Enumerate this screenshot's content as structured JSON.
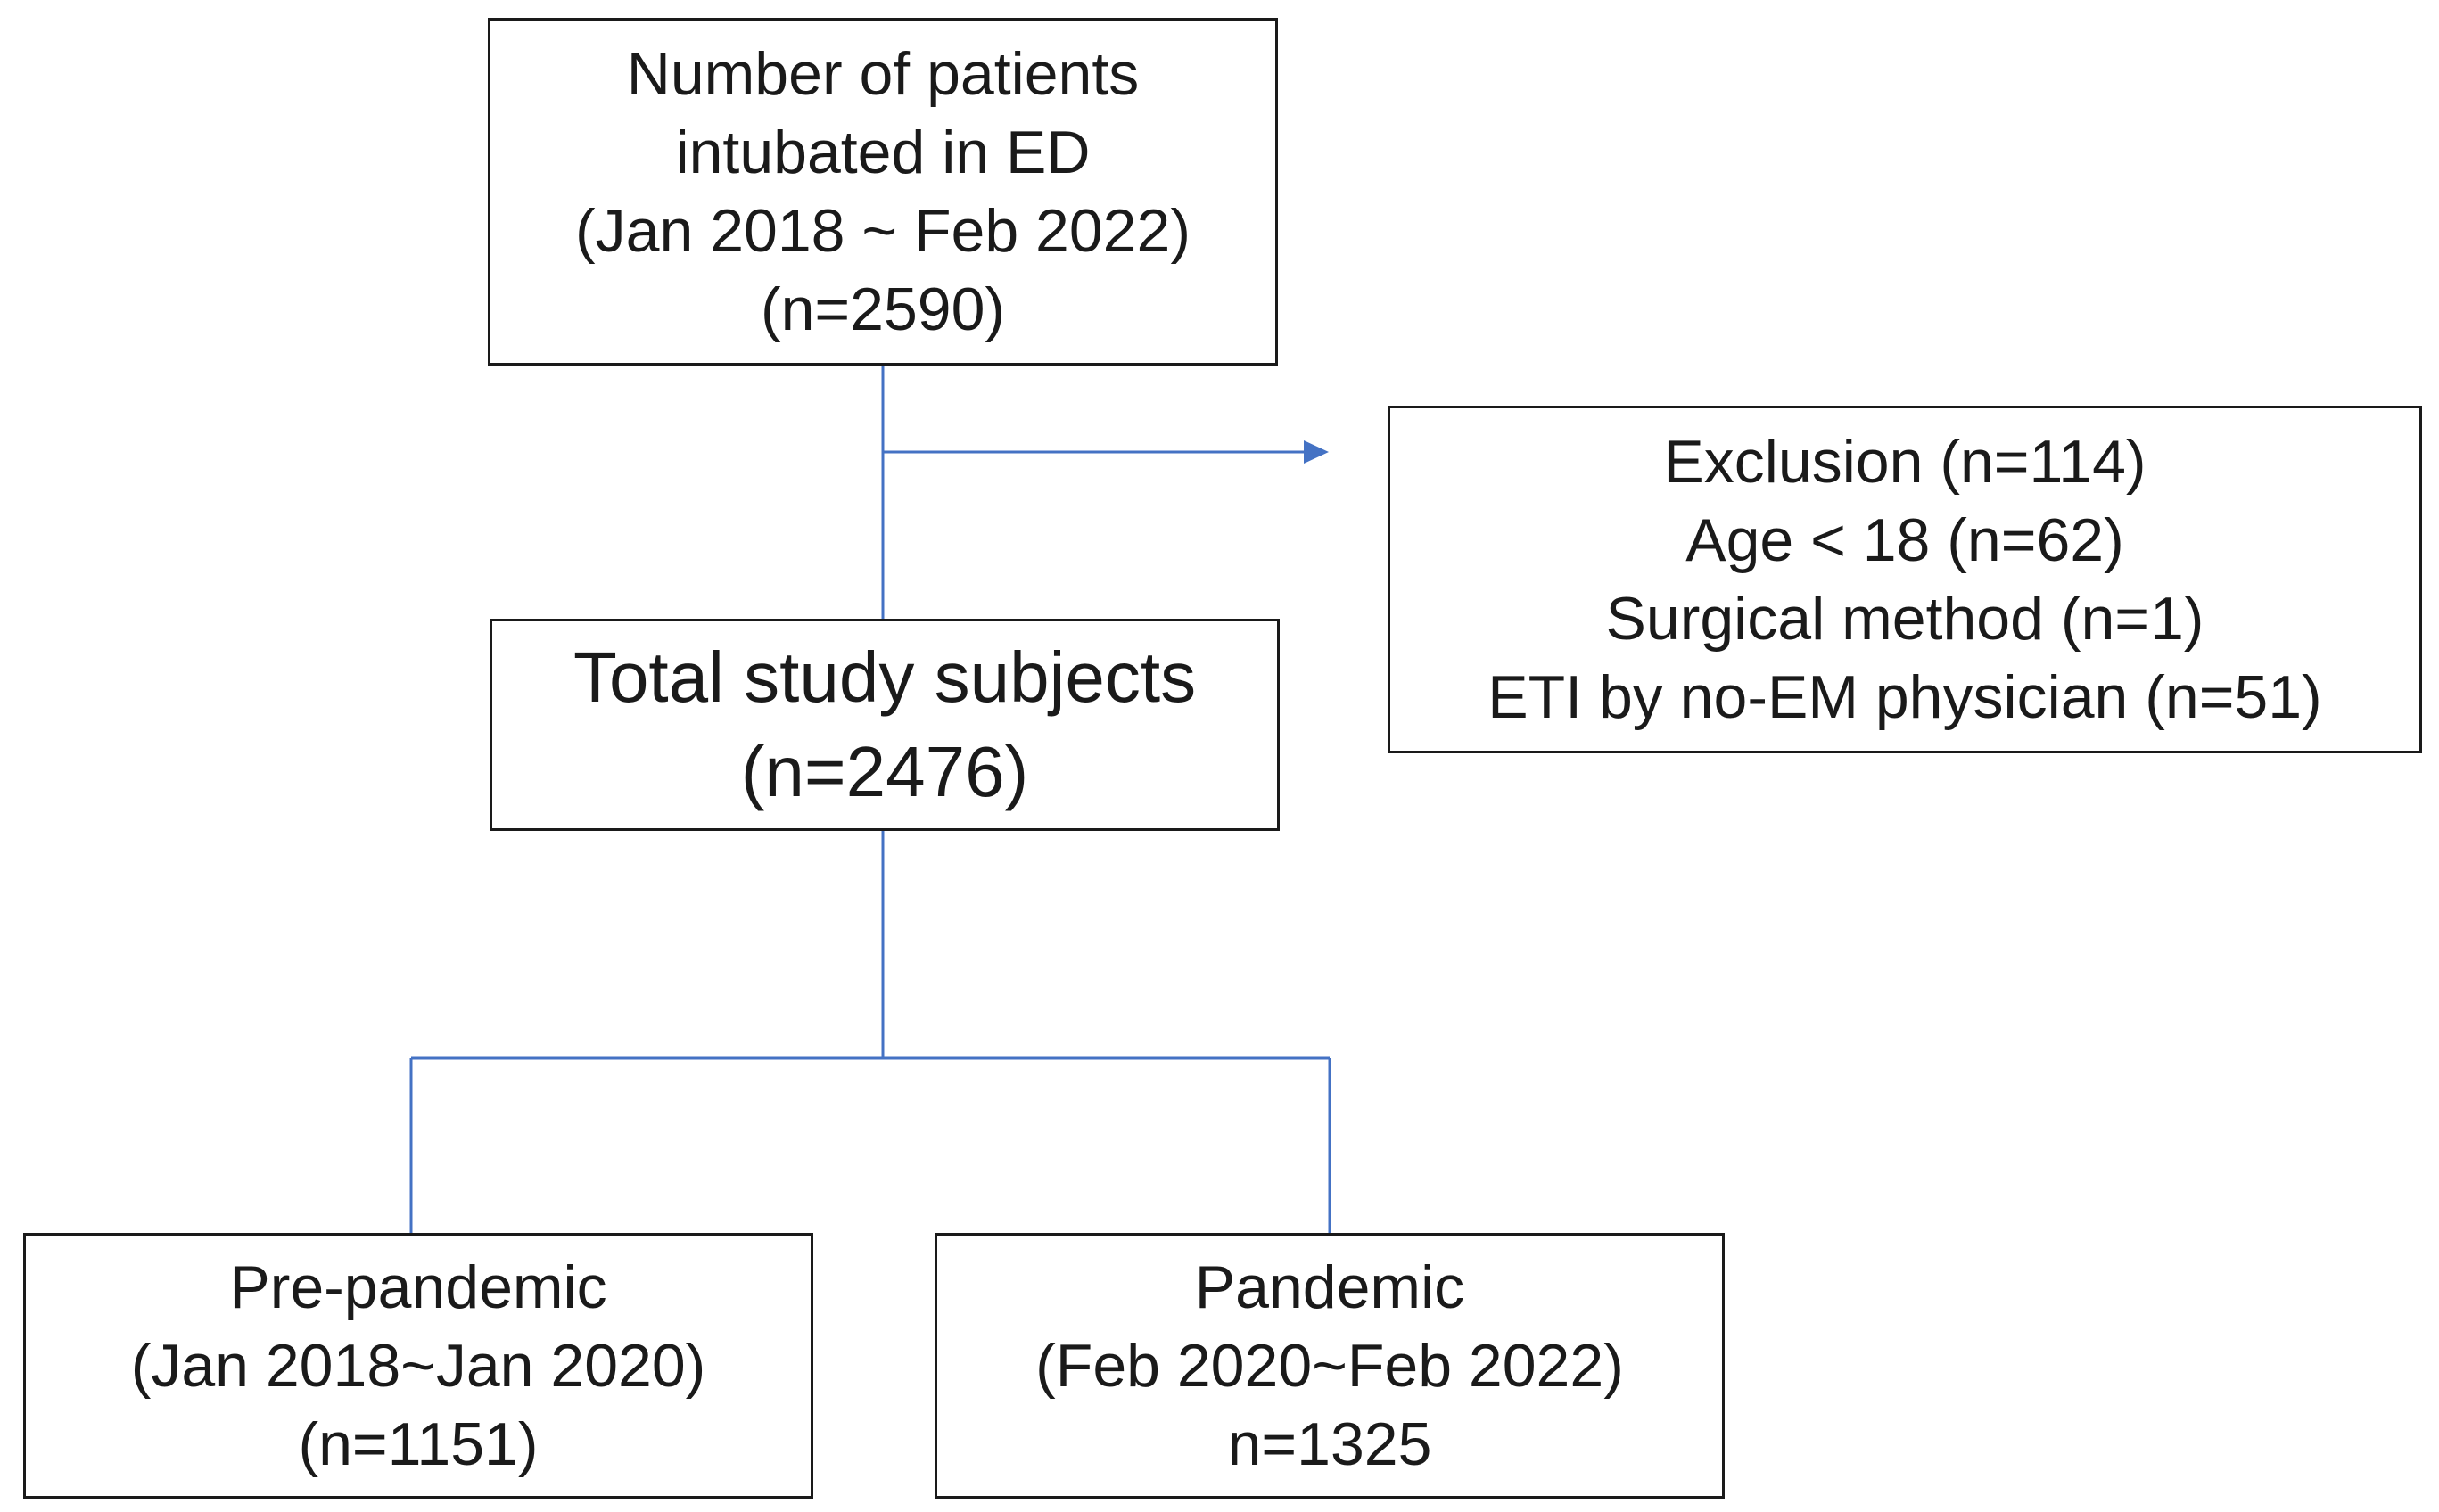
{
  "colors": {
    "connector": "#4472C4",
    "box_border": "#1a1a1a",
    "text": "#1a1a1a"
  },
  "boxes": {
    "intubated": {
      "lines": [
        "Number of patients",
        "intubated in ED",
        "(Jan 2018 ~ Feb 2022)",
        "(n=2590)"
      ]
    },
    "exclusion": {
      "lines": [
        "Exclusion (n=114)",
        "Age < 18 (n=62)",
        "Surgical method (n=1)",
        "ETI by no-EM physician (n=51)"
      ]
    },
    "total": {
      "lines": [
        "Total study subjects",
        "(n=2476)"
      ]
    },
    "pre_pandemic": {
      "lines": [
        "Pre-pandemic",
        "(Jan 2018~Jan 2020)",
        "(n=1151)"
      ]
    },
    "pandemic": {
      "lines": [
        "Pandemic",
        "(Feb 2020~Feb 2022)",
        "n=1325"
      ]
    }
  }
}
